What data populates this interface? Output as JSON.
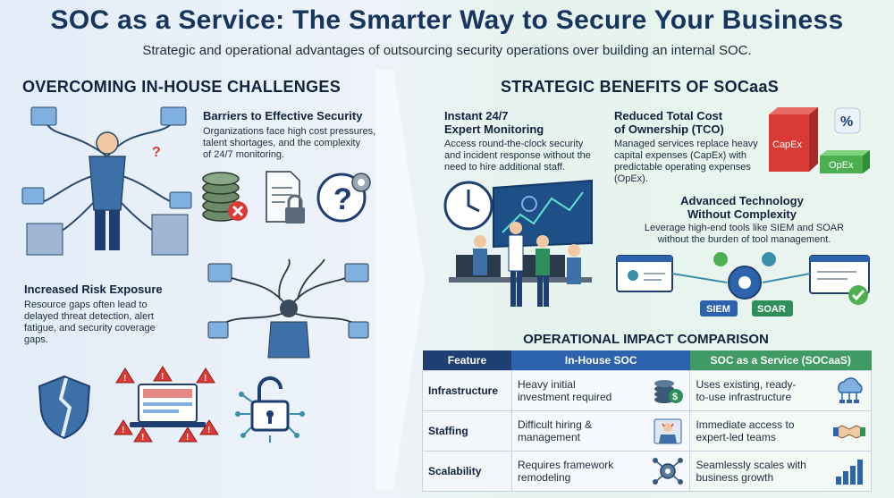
{
  "header": {
    "title": "SOC as a Service: The Smarter Way to Secure Your Business",
    "subtitle": "Strategic and operational advantages of outsourcing security operations over building an internal SOC."
  },
  "left": {
    "heading": "OVERCOMING IN-HOUSE CHALLENGES",
    "barriers": {
      "title": "Barriers to Effective Security",
      "text": [
        "Organizations face high cost pressures,",
        "talent shortages, and the complexity",
        "of 24/7 monitoring."
      ]
    },
    "risk": {
      "title": "Increased Risk Exposure",
      "text": [
        "Resource gaps often lead to",
        "delayed threat detection, alert",
        "fatigue, and security coverage",
        "gaps."
      ]
    }
  },
  "right": {
    "heading": "STRATEGIC BENEFITS OF SOCaaS",
    "monitoring": {
      "title": [
        "Instant 24/7",
        "Expert Monitoring"
      ],
      "text": [
        "Access round-the-clock security",
        "and incident response without the",
        "need to hire additional staff."
      ]
    },
    "tco": {
      "title": [
        "Reduced Total Cost",
        "of Ownership (TCO)"
      ],
      "text": [
        "Managed services replace heavy",
        "capital expenses (CapEx) with",
        "predictable operating expenses",
        "(OpEx)."
      ],
      "capex_label": "CapEx",
      "opex_label": "OpEx",
      "percent_label": "%"
    },
    "tech": {
      "title": [
        "Advanced Technology",
        "Without Complexity"
      ],
      "text": [
        "Leverage high-end tools like SIEM and SOAR",
        "without the burden of tool management."
      ],
      "siem_label": "SIEM",
      "soar_label": "SOAR"
    }
  },
  "comparison": {
    "title": "OPERATIONAL IMPACT COMPARISON",
    "columns": [
      "Feature",
      "In-House SOC",
      "SOC as a Service (SOCaaS)"
    ],
    "rows": [
      {
        "feature": "Infrastructure",
        "inhouse": [
          "Heavy initial",
          "investment required"
        ],
        "inhouse_icon": "coins-dollar-icon",
        "socaas": [
          "Uses existing, ready-",
          "to-use infrastructure"
        ],
        "socaas_icon": "cloud-network-icon"
      },
      {
        "feature": "Staffing",
        "inhouse": [
          "Difficult hiring &",
          "management"
        ],
        "inhouse_icon": "stressed-person-icon",
        "socaas": [
          "Immediate access to",
          "expert-led teams"
        ],
        "socaas_icon": "handshake-icon"
      },
      {
        "feature": "Scalability",
        "inhouse": [
          "Requires framework",
          "remodeling"
        ],
        "inhouse_icon": "gear-network-icon",
        "socaas": [
          "Seamlessly scales with",
          "business growth"
        ],
        "socaas_icon": "growth-bars-icon"
      }
    ]
  },
  "colors": {
    "navy": "#17365f",
    "inhouse_header": "#2d63ad",
    "socaas_header": "#3f9a63",
    "alert_red": "#d93a34",
    "capex_red": "#d93a34",
    "opex_green": "#4caf50"
  }
}
